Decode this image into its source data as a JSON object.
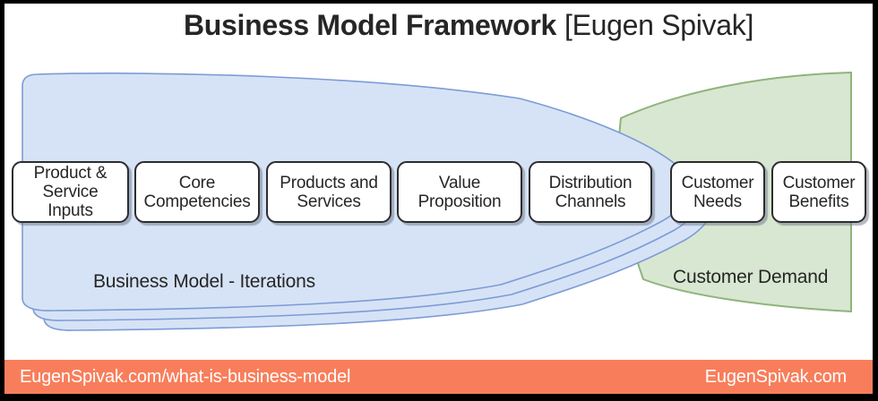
{
  "title": {
    "main": "Business Model Framework",
    "bracket": "[Eugen Spivak]"
  },
  "diagram": {
    "boxes": [
      {
        "label": "Product &\nService\nInputs"
      },
      {
        "label": "Core\nCompetencies"
      },
      {
        "label": "Products and\nServices"
      },
      {
        "label": "Value\nProposition"
      },
      {
        "label": "Distribution\nChannels"
      },
      {
        "label": "Customer\nNeeds"
      },
      {
        "label": "Customer\nBenefits"
      }
    ],
    "iterations_label": "Business Model - Iterations",
    "demand_label": "Customer Demand"
  },
  "footer": {
    "left_text": "EugenSpivak.com/what-is-business-model",
    "right_text": "EugenSpivak.com"
  },
  "colors": {
    "blue_fill": "#d6e3f6",
    "blue_stroke": "#7d9bd6",
    "green_fill": "#d8e7d1",
    "green_stroke": "#8fb47b",
    "footer_bg": "#f87e5b",
    "footer_text": "#ffffff",
    "frame": "#000000",
    "box_border": "#2d2d2d",
    "text": "#262626"
  }
}
